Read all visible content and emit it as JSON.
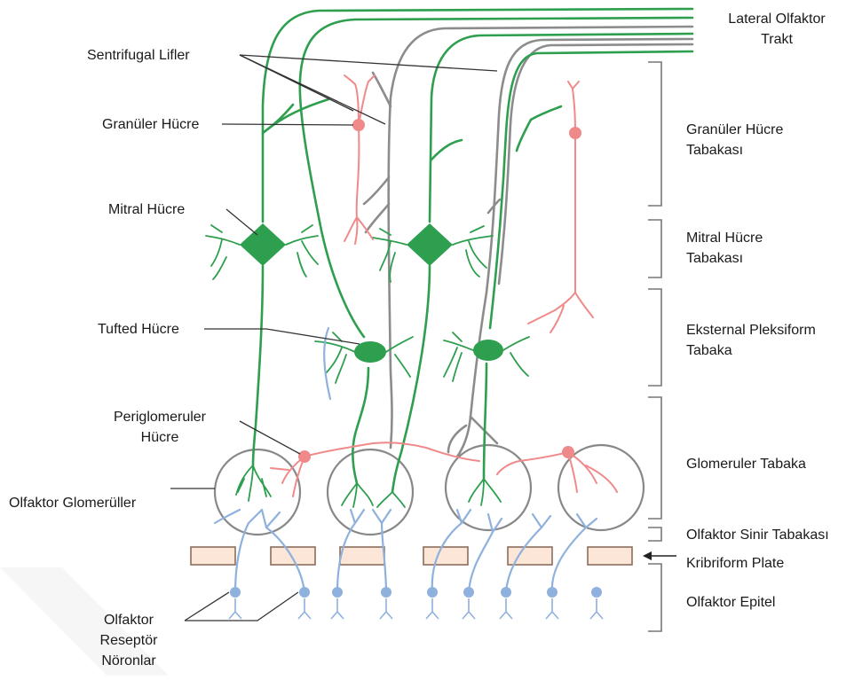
{
  "labels": {
    "lateral_olfactory_tract": "Lateral Olfaktor\nTrakt",
    "centrifugal_fibers": "Sentrifugal Lifler",
    "granule_cell": "Granüler Hücre",
    "mitral_cell": "Mitral Hücre",
    "tufted_cell": "Tufted Hücre",
    "periglomerular_cell": "Periglomeruler\nHücre",
    "olfactory_glomeruli": "Olfaktor Glomerüller",
    "olfactory_receptor_neurons": "Olfaktor\nReseptör\nNöronlar",
    "granule_cell_layer": "Granüler Hücre\nTabakası",
    "mitral_cell_layer": "Mitral Hücre\nTabakası",
    "external_plexiform_layer": "Eksternal Pleksiform\nTabaka",
    "glomerular_layer": "Glomeruler Tabaka",
    "olfactory_nerve_layer": "Olfaktor Sinir Tabakası",
    "cribriform_plate": "Kribriform Plate",
    "olfactory_epithelium": "Olfaktor Epitel"
  },
  "colors": {
    "mitral_tufted": "#2e9e4f",
    "granule_periglomerular": "#f08a8a",
    "receptor_neurons": "#8fb1dd",
    "centrifugal": "#8c8c8c",
    "cribriform_plate": "#fbe6d8",
    "text": "#1a1a1a"
  }
}
